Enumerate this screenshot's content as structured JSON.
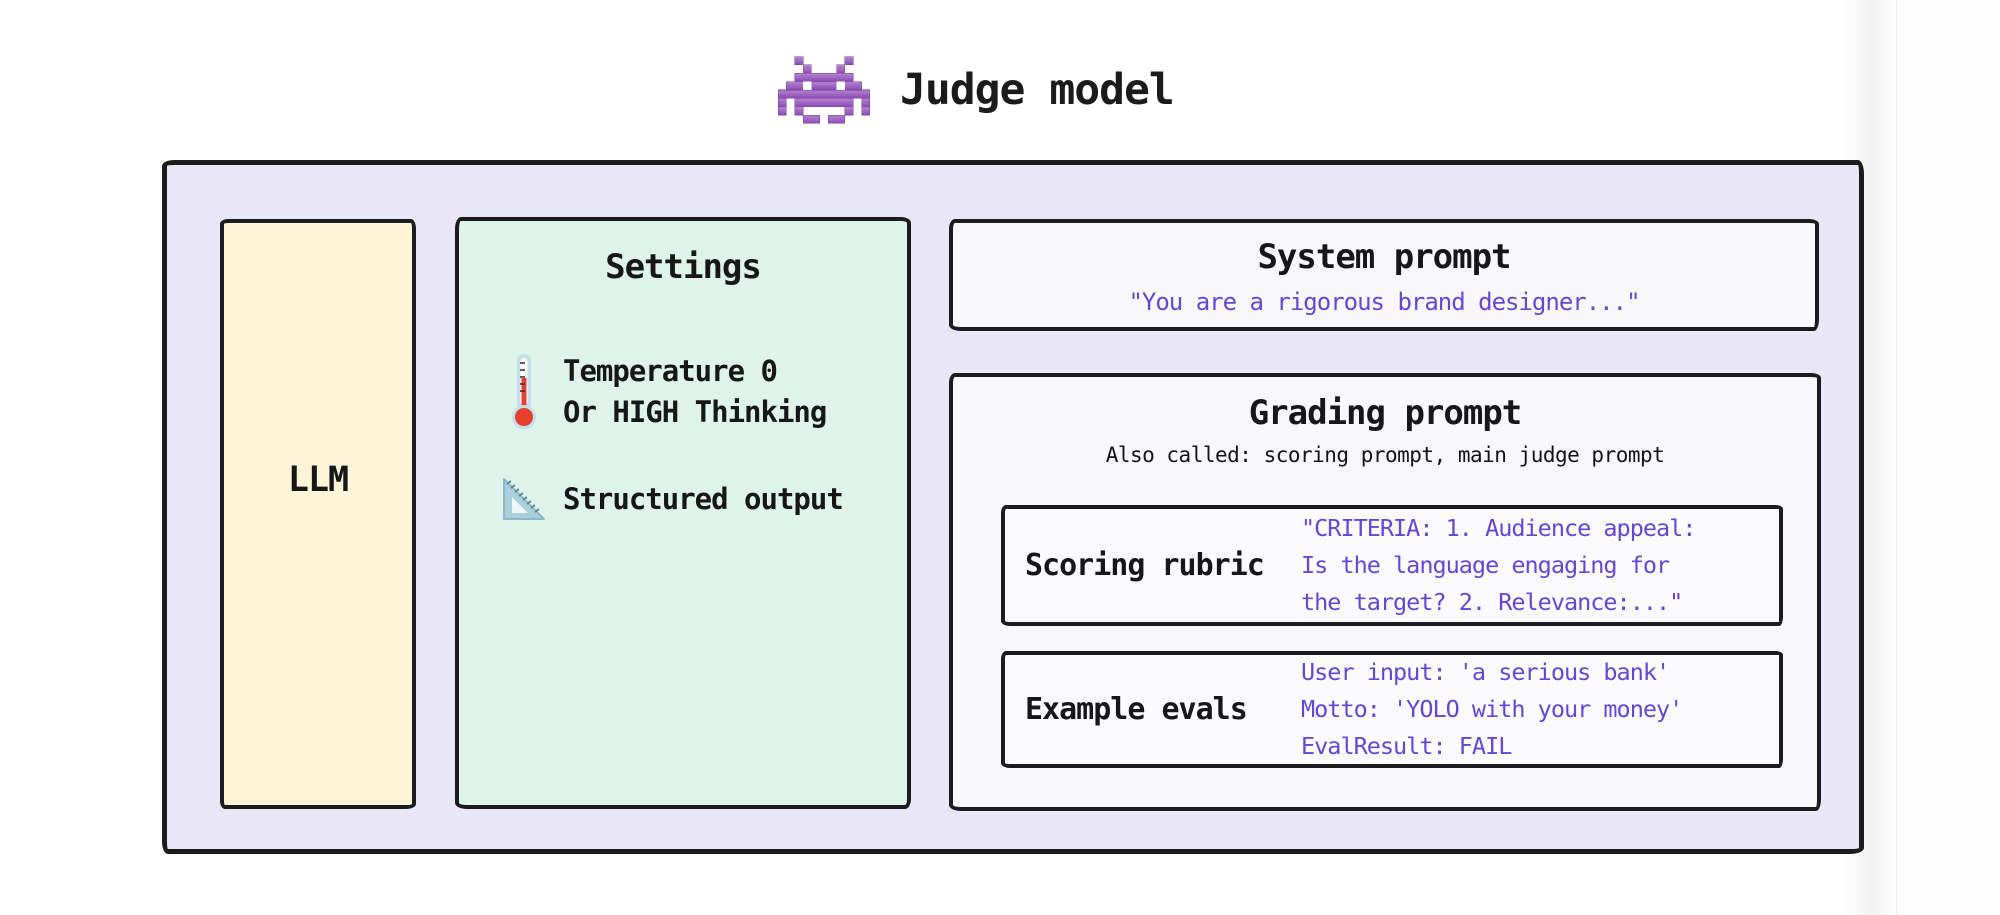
{
  "title": {
    "icon": "space-invader",
    "text": "Judge model"
  },
  "colors": {
    "outer_bg": "#e9e6f7",
    "llm_bg": "#fcf4d6",
    "settings_bg": "#def4eb",
    "panel_bg": "#f8f8fa",
    "border": "#1c1c1e",
    "accent_text": "#6447d6",
    "invader_purple": "#9c5fc0"
  },
  "llm": {
    "label": "LLM"
  },
  "settings": {
    "title": "Settings",
    "items": [
      {
        "icon": "thermometer",
        "lines": [
          "Temperature 0",
          "Or HIGH Thinking"
        ]
      },
      {
        "icon": "triangle-ruler",
        "lines": [
          "Structured output"
        ]
      }
    ]
  },
  "system_prompt": {
    "title": "System prompt",
    "quote": "\"You are a rigorous brand designer...\""
  },
  "grading_prompt": {
    "title": "Grading prompt",
    "subtitle": "Also called: scoring prompt, main judge prompt",
    "scoring_rubric": {
      "label": "Scoring rubric",
      "lines": [
        "\"CRITERIA: 1. Audience appeal:",
        "Is the language engaging for",
        "the target? 2. Relevance:...\""
      ]
    },
    "example_evals": {
      "label": "Example evals",
      "lines": [
        "User input: 'a serious bank'",
        "Motto: 'YOLO with your money'",
        "EvalResult: FAIL"
      ]
    }
  }
}
